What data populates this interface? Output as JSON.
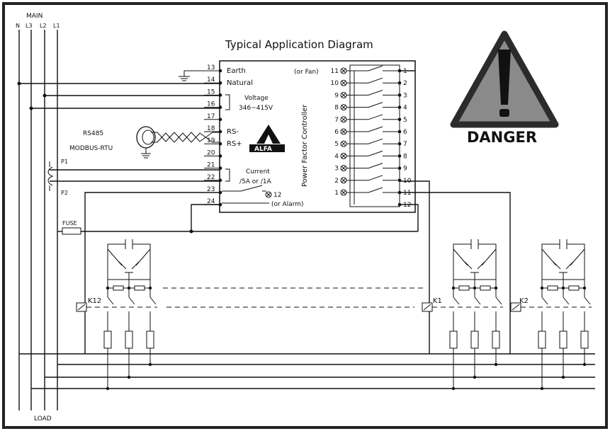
{
  "header": {
    "main": "MAIN",
    "phases": [
      "N",
      "L3",
      "L2",
      "L1"
    ],
    "load": "LOAD"
  },
  "title": "Typical Application Diagram",
  "controller": {
    "vertical_label": "Power Factor Controller",
    "brand": "ALFA",
    "left_terminals": [
      {
        "n": "13",
        "label": "Earth"
      },
      {
        "n": "14",
        "label": "Natural"
      },
      {
        "n": "15",
        "label": ""
      },
      {
        "n": "16",
        "label": ""
      },
      {
        "n": "17",
        "label": ""
      },
      {
        "n": "18",
        "label": "RS-"
      },
      {
        "n": "19",
        "label": "RS+"
      },
      {
        "n": "20",
        "label": ""
      },
      {
        "n": "21",
        "label": ""
      },
      {
        "n": "22",
        "label": ""
      },
      {
        "n": "23",
        "label": ""
      },
      {
        "n": "24",
        "label": ""
      }
    ],
    "voltage_label": "Voltage",
    "voltage_value": "346~415V",
    "current_label": "Current",
    "current_value": "/5A or /1A",
    "led_labels": [
      "11",
      "10",
      "9",
      "8",
      "7",
      "6",
      "5",
      "4",
      "3",
      "2",
      "1"
    ],
    "fan_label": "(or Fan)",
    "alarm_num": "12",
    "alarm_label": "(or Alarm)",
    "right_terminals": [
      "1",
      "2",
      "3",
      "4",
      "5",
      "6",
      "7",
      "8",
      "9",
      "10",
      "11",
      "12"
    ]
  },
  "comm": {
    "rs485": "RS485",
    "modbus": "MODBUS-RTU"
  },
  "ct": {
    "p1": "P1",
    "p2": "P2"
  },
  "fuse": "FUSE",
  "contactors": [
    "K12",
    "K1",
    "K2"
  ],
  "danger": {
    "text": "DANGER"
  }
}
